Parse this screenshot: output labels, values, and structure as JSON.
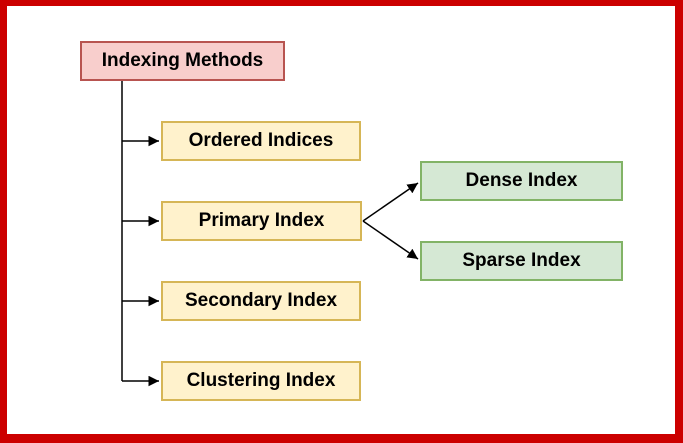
{
  "diagram": {
    "type": "flowchart",
    "root": {
      "label": "Indexing Methods",
      "fill": "#f8cecc",
      "stroke": "#b85450"
    },
    "level1": [
      {
        "label": "Ordered Indices"
      },
      {
        "label": "Primary Index"
      },
      {
        "label": "Secondary Index"
      },
      {
        "label": "Clustering Index"
      }
    ],
    "level2": [
      {
        "label": "Dense Index"
      },
      {
        "label": "Sparse Index"
      }
    ],
    "edges": [
      {
        "from": "Indexing Methods",
        "to": "Ordered Indices"
      },
      {
        "from": "Indexing Methods",
        "to": "Primary Index"
      },
      {
        "from": "Indexing Methods",
        "to": "Secondary Index"
      },
      {
        "from": "Indexing Methods",
        "to": "Clustering Index"
      },
      {
        "from": "Primary Index",
        "to": "Dense Index"
      },
      {
        "from": "Primary Index",
        "to": "Sparse Index"
      }
    ],
    "styles": {
      "background": "#ffffff",
      "frame_color": "#cc0000",
      "root_fill": "#f8cecc",
      "root_stroke": "#b85450",
      "level1_fill": "#fff2cc",
      "level1_stroke": "#d6b656",
      "level2_fill": "#d5e8d4",
      "level2_stroke": "#82b366",
      "connector_color": "#000000",
      "text_color": "#000000"
    }
  }
}
